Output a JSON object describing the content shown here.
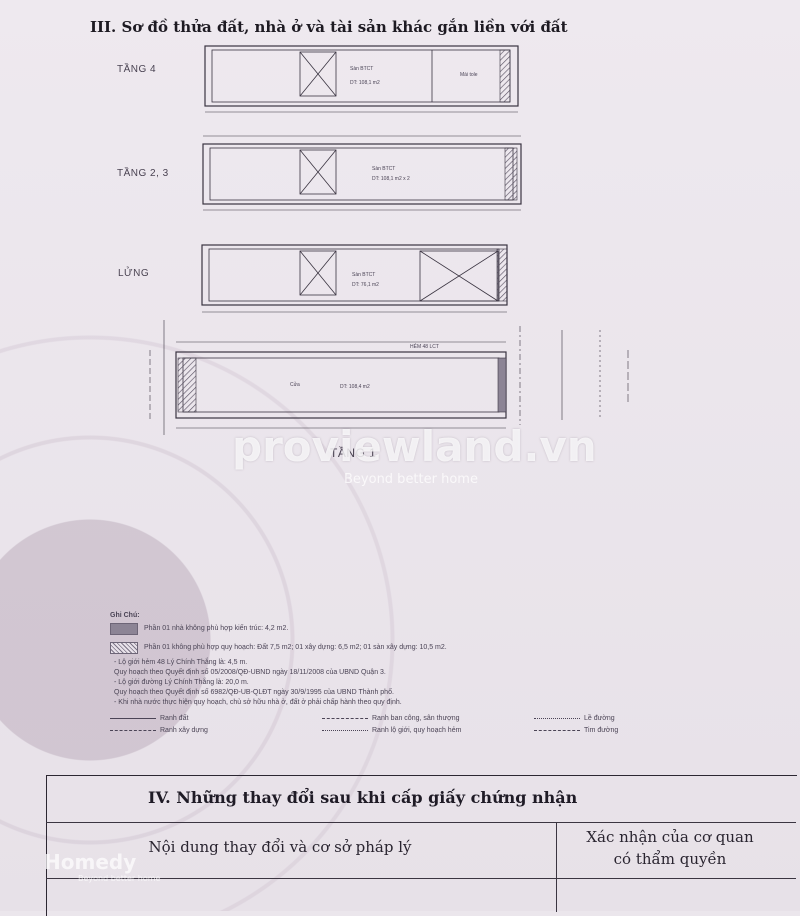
{
  "section_iii": {
    "title": "III. Sơ đồ thửa đất, nhà ở và tài sản khác gắn liền với đất"
  },
  "floors": [
    {
      "label": "TẦNG 4",
      "room_label": "Sàn BTCT",
      "area_text": "DT: 108,1 m2",
      "side_label": "Mái tole"
    },
    {
      "label": "TẦNG 2, 3",
      "room_label": "Sàn BTCT",
      "area_text": "DT: 108,1 m2 x 2"
    },
    {
      "label": "LỬNG",
      "room_label": "Sàn BTCT",
      "area_text": "DT: 76,1 m2"
    },
    {
      "label": "TẦNG 1",
      "room_label": "Cửa",
      "area_text": "DT: 108,4 m2",
      "side_label": "HẺM 48 LCT"
    }
  ],
  "watermark": {
    "brand": "proviewland.vn",
    "tagline": "Beyond better home"
  },
  "legend": {
    "header": "Ghi Chú:",
    "items": [
      {
        "type": "solid",
        "text": "Phần 01 nhà không phù hợp kiến trúc: 4,2 m2."
      },
      {
        "type": "hatch",
        "text": "Phần 01 không phù hợp quy hoạch: Đất 7,5 m2; 01 xây dựng: 6,5 m2; 01 sàn xây dựng: 10,5 m2."
      }
    ],
    "notes": [
      "- Lộ giới hẻm 48 Lý Chính Thắng là: 4,5 m.",
      "  Quy hoạch theo Quyết định số 05/2008/QĐ-UBND ngày 18/11/2008 của UBND Quận 3.",
      "- Lộ giới đường Lý Chính Thắng là: 20,0 m.",
      "  Quy hoạch theo Quyết định số 6982/QĐ-UB-QLĐT ngày 30/9/1995 của UBND Thành phố.",
      "- Khi nhà nước thực hiện quy hoạch, chủ sở hữu nhà ở, đất ở phải chấp hành theo quy định."
    ],
    "lines": [
      [
        {
          "style": "solid",
          "text": "Ranh đất"
        },
        {
          "style": "dash",
          "text": "Ranh ban công, sân thượng"
        },
        {
          "style": "dashdot",
          "text": "Lề đường"
        }
      ],
      [
        {
          "style": "dashed",
          "text": "Ranh xây dựng"
        },
        {
          "style": "dotdash",
          "text": "Ranh lộ giới, quy hoạch hẻm"
        },
        {
          "style": "longdash",
          "text": "Tim đường"
        }
      ]
    ]
  },
  "section_iv": {
    "title": "IV. Những thay đổi sau khi cấp giấy chứng nhận",
    "col1": "Nội dung thay đổi và cơ sở pháp lý",
    "col2_line1": "Xác nhận của cơ quan",
    "col2_line2": "có thẩm quyền"
  },
  "footer_watermark": {
    "brand": "Homedy",
    "tagline": "Beyond better home"
  },
  "colors": {
    "paper": "#ebe6ec",
    "ink": "#2b2530",
    "plan_line": "#3a3441"
  }
}
